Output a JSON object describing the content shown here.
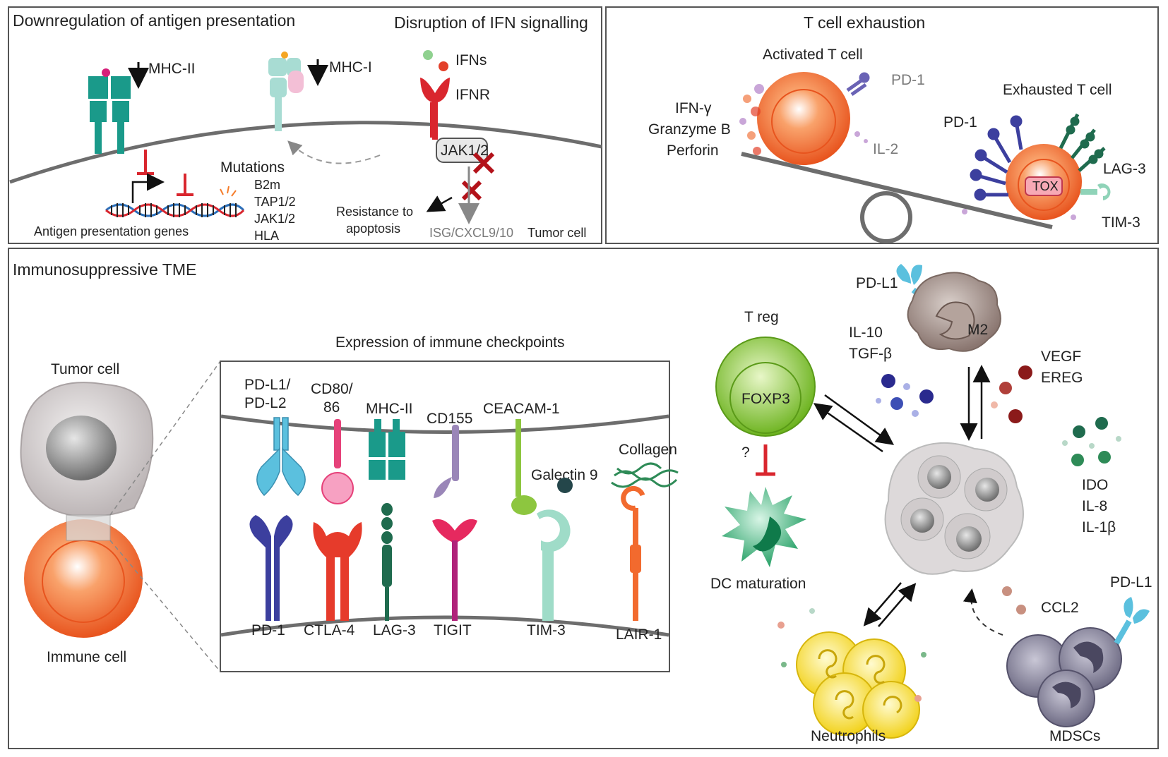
{
  "panel_a": {
    "title_left": "Downregulation of antigen presentation",
    "title_right": "Disruption of IFN signalling",
    "mhc2": "MHC-II",
    "mhc1": "MHC-I",
    "ifns": "IFNs",
    "ifnr": "IFNR",
    "jak": "JAK1/2",
    "mutations_title": "Mutations",
    "mutations": [
      "B2m",
      "TAP1/2",
      "JAK1/2",
      "HLA"
    ],
    "genes": "Antigen presentation genes",
    "resistance_1": "Resistance to",
    "resistance_2": "apoptosis",
    "isg": "ISG/CXCL9/10",
    "tumor_cell": "Tumor cell"
  },
  "panel_b": {
    "title": "T cell exhaustion",
    "activated": "Activated T cell",
    "pd1_active": "PD-1",
    "cytokines": [
      "IFN-γ",
      "Granzyme B",
      "Perforin"
    ],
    "il2": "IL-2",
    "exhausted": "Exhausted T cell",
    "pd1_exhausted": "PD-1",
    "lag3": "LAG-3",
    "tox": "TOX",
    "tim3": "TIM-3"
  },
  "panel_c": {
    "title": "Immunosuppressive TME",
    "tumor_cell": "Tumor cell",
    "immune_cell": "Immune cell",
    "checkpoint_title": "Expression of immune checkpoints",
    "top_labels": [
      "PD-L1/",
      "PD-L2",
      "CD80/",
      "86",
      "MHC-II",
      "CD155",
      "CEACAM-1",
      "Galectin 9",
      "Collagen"
    ],
    "bottom_labels": [
      "PD-1",
      "CTLA-4",
      "LAG-3",
      "TIGIT",
      "TIM-3",
      "LAIR-1"
    ],
    "treg": "T reg",
    "foxp3": "FOXP3",
    "question": "?",
    "dc": "DC maturation",
    "il10": "IL-10",
    "tgfb": "TGF-β",
    "pdl1_m2": "PD-L1",
    "m2": "M2",
    "vegf": "VEGF",
    "ereg": "EREG",
    "ido": "IDO",
    "il8": "IL-8",
    "il1b": "IL-1β",
    "ccl2": "CCL2",
    "pdl1_mdsc": "PD-L1",
    "neutrophils": "Neutrophils",
    "mdscs": "MDSCs"
  },
  "colors": {
    "teal": "#1a9a8a",
    "red": "#d9262e",
    "orange": "#f26a2e",
    "navy": "#3c3f9e",
    "green": "#2e8b57",
    "border": "#555555"
  }
}
